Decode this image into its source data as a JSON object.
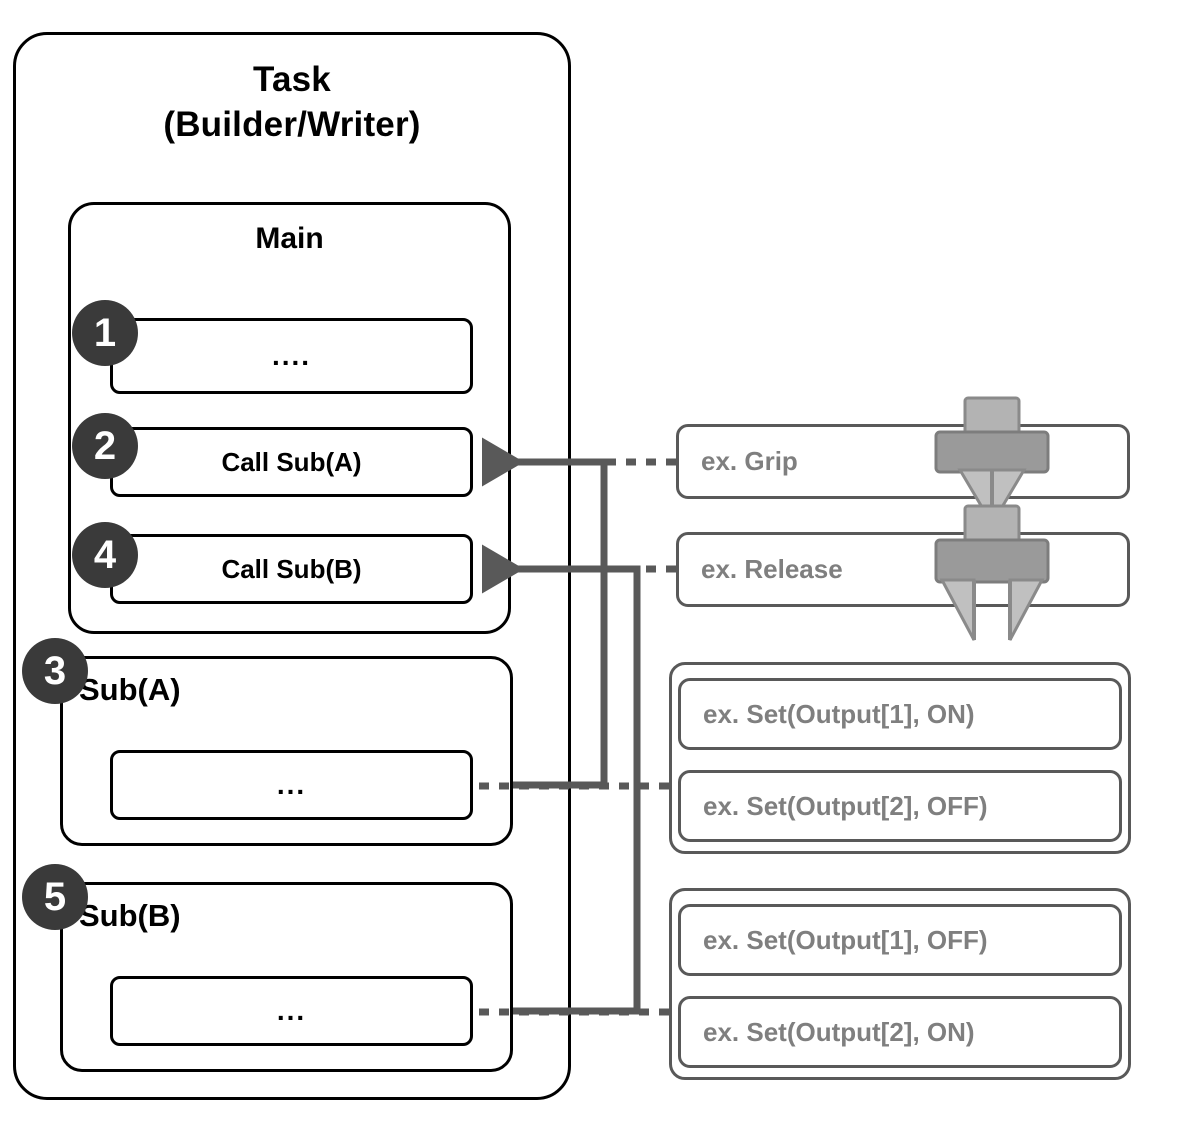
{
  "diagram": {
    "task": {
      "title_line1": "Task",
      "title_line2": "(Builder/Writer)",
      "main": {
        "title": "Main",
        "statements": [
          {
            "step": "1",
            "label": "...."
          },
          {
            "step": "2",
            "label": "Call Sub(A)"
          },
          {
            "step": "4",
            "label": "Call Sub(B)"
          }
        ]
      },
      "subroutines": [
        {
          "step": "3",
          "title": "Sub(A)",
          "body": "..."
        },
        {
          "step": "5",
          "title": "Sub(B)",
          "body": "..."
        }
      ]
    },
    "examples": {
      "actions": [
        {
          "label": "ex. Grip",
          "icon": "gripper-closed-icon"
        },
        {
          "label": "ex. Release",
          "icon": "gripper-open-icon"
        }
      ],
      "groups": [
        {
          "name": "sub-a-outputs",
          "items": [
            {
              "label": "ex. Set(Output[1], ON)"
            },
            {
              "label": "ex. Set(Output[2], OFF)"
            }
          ]
        },
        {
          "name": "sub-b-outputs",
          "items": [
            {
              "label": "ex. Set(Output[1], OFF)"
            },
            {
              "label": "ex. Set(Output[2], ON)"
            }
          ]
        }
      ]
    },
    "colors": {
      "outline": "#000000",
      "step_circle": "#3a3a3a",
      "step_number": "#ffffff",
      "example_border": "#595959",
      "example_text": "#7f7f7f",
      "connector": "#595959",
      "gripper_light": "#b3b3b3",
      "gripper_dark": "#9a9a9a"
    }
  }
}
